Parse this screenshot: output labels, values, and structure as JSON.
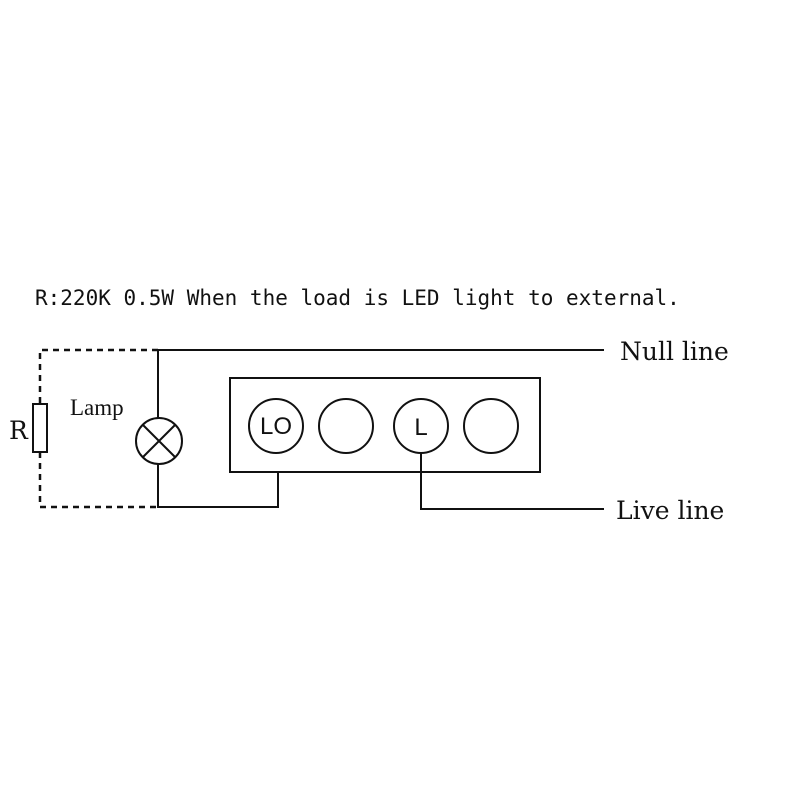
{
  "diagram": {
    "note": "R:220K 0.5W When the load is LED light to external.",
    "resistor_label": "R",
    "lamp_label": "Lamp",
    "terminals": [
      "LO",
      "",
      "L",
      ""
    ],
    "null_line_label": "Null line",
    "live_line_label": "Live line"
  }
}
